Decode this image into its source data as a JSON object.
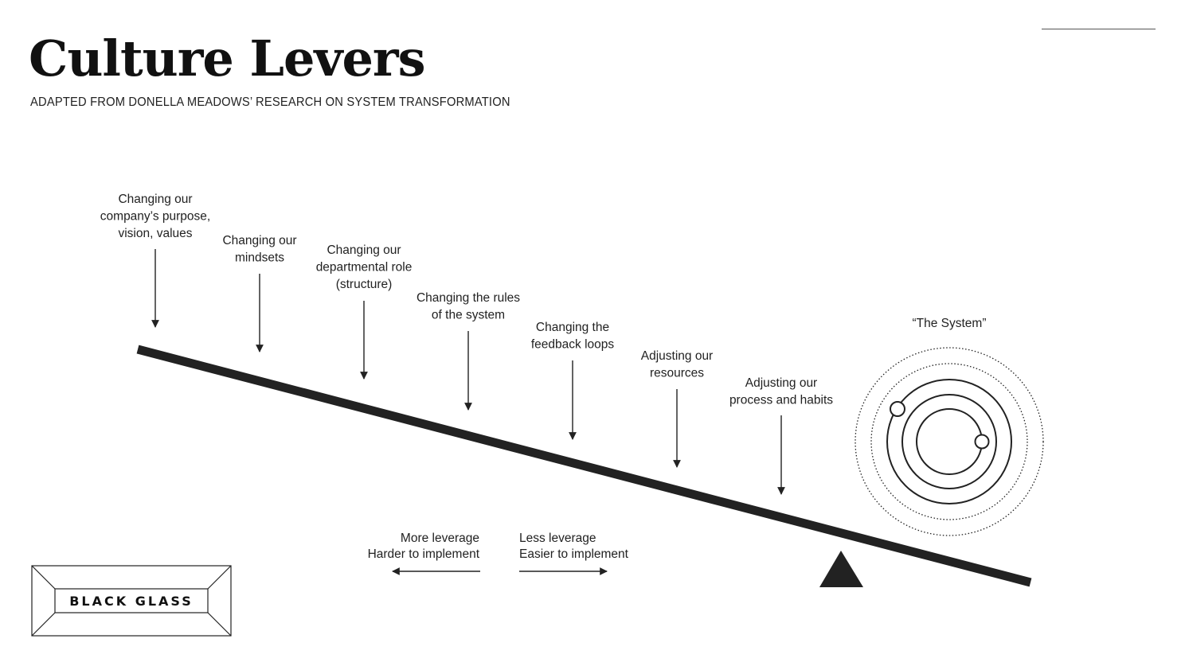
{
  "title": "Culture Levers",
  "subtitle": "ADAPTED FROM DONELLA MEADOWS’ RESEARCH ON SYSTEM TRANSFORMATION",
  "levers": [
    {
      "lines": [
        "Changing our",
        "company’s purpose,",
        "vision, values"
      ]
    },
    {
      "lines": [
        "Changing our",
        "mindsets"
      ]
    },
    {
      "lines": [
        "Changing our",
        "departmental role",
        "(structure)"
      ]
    },
    {
      "lines": [
        "Changing the rules",
        "of the system"
      ]
    },
    {
      "lines": [
        "Changing the",
        "feedback loops"
      ]
    },
    {
      "lines": [
        "Adjusting our",
        "resources"
      ]
    },
    {
      "lines": [
        "Adjusting our",
        "process and habits"
      ]
    }
  ],
  "system_label": "“The System”",
  "legend": {
    "left": {
      "line1": "More leverage",
      "line2": "Harder to implement"
    },
    "right": {
      "line1": "Less leverage",
      "line2": "Easier to implement"
    }
  },
  "logo": {
    "text": "BLACK GLASS"
  },
  "colors": {
    "ink": "#222222",
    "beam": "#222222"
  }
}
